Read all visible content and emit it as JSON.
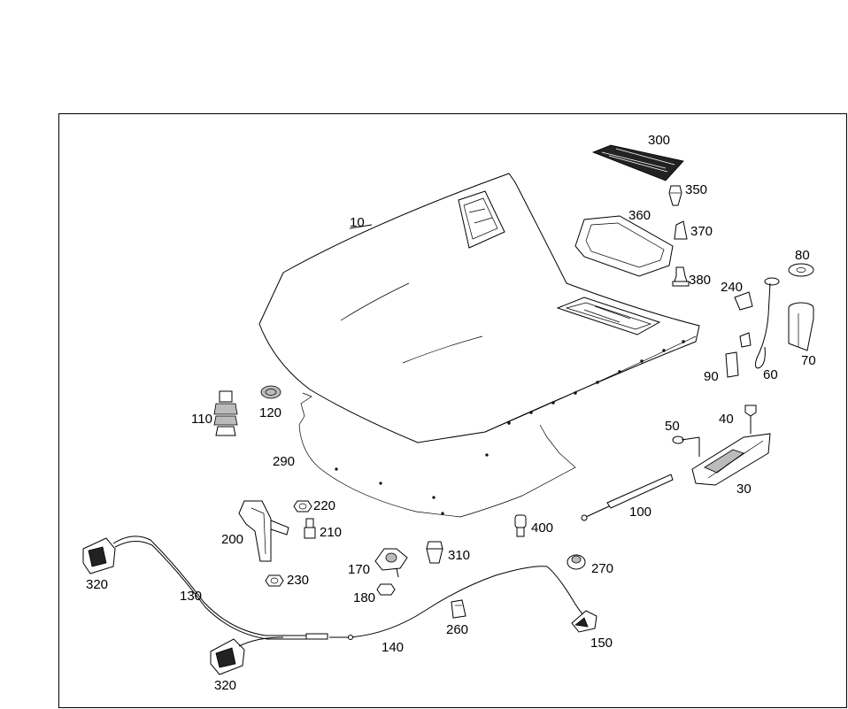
{
  "diagram": {
    "parts": {
      "p10": "10",
      "p30": "30",
      "p40": "40",
      "p50": "50",
      "p60": "60",
      "p70": "70",
      "p80": "80",
      "p90": "90",
      "p100": "100",
      "p110": "110",
      "p120": "120",
      "p130": "130",
      "p140": "140",
      "p150": "150",
      "p170": "170",
      "p180": "180",
      "p200": "200",
      "p210": "210",
      "p220": "220",
      "p230": "230",
      "p240": "240",
      "p260": "260",
      "p270": "270",
      "p290": "290",
      "p300": "300",
      "p310": "310",
      "p320a": "320",
      "p320b": "320",
      "p350": "350",
      "p360": "360",
      "p370": "370",
      "p380": "380",
      "p400": "400"
    }
  }
}
